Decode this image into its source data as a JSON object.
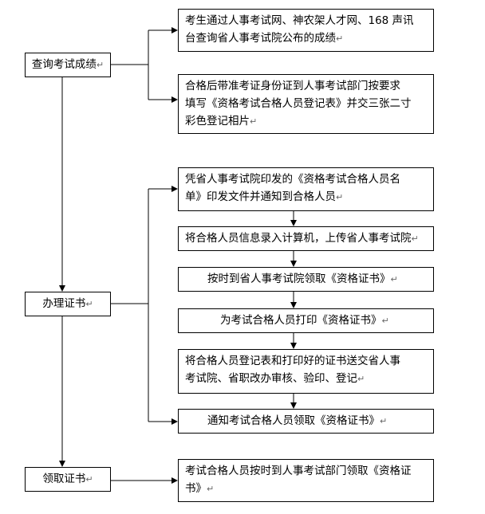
{
  "stages": [
    {
      "label": "查询考试成绩"
    },
    {
      "label": "办理证书"
    },
    {
      "label": "领取证书"
    }
  ],
  "steps": [
    {
      "text": "考生通过人事考试网、神农架人才网、168 声讯\n台查询省人事考试院公布的成绩"
    },
    {
      "text": "合格后带准考证身份证到人事考试部门按要求\n填写《资格考试合格人员登记表》并交三张二寸\n彩色登记相片"
    },
    {
      "text": "凭省人事考试院印发的《资格考试合格人员名\n单》印发文件并通知到合格人员"
    },
    {
      "text": "将合格人员信息录入计算机，上传省人事考试院"
    },
    {
      "text": "按时到省人事考试院领取《资格证书》"
    },
    {
      "text": "为考试合格人员打印《资格证书》"
    },
    {
      "text": "将合格人员登记表和打印好的证书送交省人事\n考试院、省职改办审核、验印、登记"
    },
    {
      "text": "通知考试合格人员领取《资格证书》"
    },
    {
      "text": "考试合格人员按时到人事考试部门领取《资格证\n书》"
    }
  ],
  "paragraph_mark": "↵"
}
